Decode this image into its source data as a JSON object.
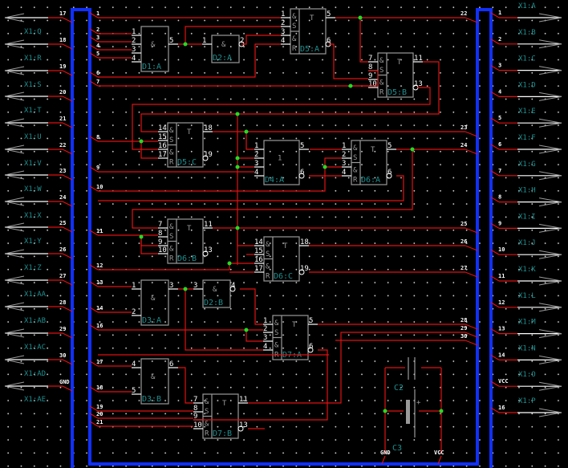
{
  "left_connector": {
    "outer_pins": [
      {
        "pin": "17",
        "label": "X1:Q"
      },
      {
        "pin": "18",
        "label": "X1:R"
      },
      {
        "pin": "19",
        "label": "X1:S"
      },
      {
        "pin": "20",
        "label": "X1:T"
      },
      {
        "pin": "21",
        "label": "X1:U"
      },
      {
        "pin": "22",
        "label": "X1:V"
      },
      {
        "pin": "23",
        "label": "X1:W"
      },
      {
        "pin": "24",
        "label": "X1:X"
      },
      {
        "pin": "25",
        "label": "X1:Y"
      },
      {
        "pin": "26",
        "label": "X1:Z"
      },
      {
        "pin": "27",
        "label": "X1:AA"
      },
      {
        "pin": "28",
        "label": "X1:AB"
      },
      {
        "pin": "29",
        "label": "X1:AC"
      },
      {
        "pin": "30",
        "label": "X1:AD"
      },
      {
        "pin": "GND",
        "label": "X1:AE"
      }
    ],
    "inner_pins": [
      "1",
      "2",
      "3",
      "4",
      "5",
      "6",
      "7",
      "8",
      "9",
      "10",
      "11",
      "12",
      "13",
      "14",
      "16",
      "17",
      "18",
      "19",
      "20",
      "21"
    ]
  },
  "right_connector": {
    "outer_pins": [
      {
        "pin": "1",
        "label": "X1:A"
      },
      {
        "pin": "2",
        "label": "X1:B"
      },
      {
        "pin": "3",
        "label": "X1:C"
      },
      {
        "pin": "4",
        "label": "X1:D"
      },
      {
        "pin": "5",
        "label": "X1:E"
      },
      {
        "pin": "6",
        "label": "X1:F"
      },
      {
        "pin": "7",
        "label": "X1:G"
      },
      {
        "pin": "8",
        "label": "X1:H"
      },
      {
        "pin": "9",
        "label": "X1:I"
      },
      {
        "pin": "10",
        "label": "X1:J"
      },
      {
        "pin": "11",
        "label": "X1:K"
      },
      {
        "pin": "12",
        "label": "X1:L"
      },
      {
        "pin": "13",
        "label": "X1:M"
      },
      {
        "pin": "14",
        "label": "X1:N"
      },
      {
        "pin": "VCC",
        "label": "X1:O"
      },
      {
        "pin": "16",
        "label": "X1:P"
      }
    ],
    "inner_pins": [
      "22",
      "23",
      "24",
      "25",
      "26",
      "27",
      "28",
      "29",
      "30"
    ]
  },
  "gates": [
    {
      "ref": "D1:A",
      "symbol": "&",
      "pins": [
        "1",
        "2",
        "3",
        "4",
        "5"
      ]
    },
    {
      "ref": "D2:A",
      "symbol": "&",
      "pins": [
        "1",
        "2"
      ]
    },
    {
      "ref": "D5:A",
      "symbol": "T",
      "pins": [
        "1",
        "2",
        "3",
        "4",
        "5",
        "6"
      ]
    },
    {
      "ref": "D5:B",
      "symbol": "T",
      "pins": [
        "7",
        "8",
        "9",
        "10",
        "11",
        "13"
      ]
    },
    {
      "ref": "D5:C",
      "symbol": "T",
      "pins": [
        "14",
        "15",
        "16",
        "17",
        "18",
        "19"
      ]
    },
    {
      "ref": "D4:A",
      "symbol": "1",
      "pins": [
        "1",
        "2",
        "3",
        "4",
        "5",
        "6"
      ]
    },
    {
      "ref": "D6:A",
      "symbol": "T",
      "pins": [
        "1",
        "2",
        "3",
        "4",
        "5",
        "6"
      ]
    },
    {
      "ref": "D6:B",
      "symbol": "T",
      "pins": [
        "7",
        "8",
        "9",
        "10",
        "11",
        "13"
      ]
    },
    {
      "ref": "D6:C",
      "symbol": "T",
      "pins": [
        "14",
        "15",
        "16",
        "17",
        "18",
        "19"
      ]
    },
    {
      "ref": "D3:A",
      "symbol": "&",
      "pins": [
        "1",
        "2",
        "3"
      ]
    },
    {
      "ref": "D2:B",
      "symbol": "&",
      "pins": [
        "3",
        "4"
      ]
    },
    {
      "ref": "D7:A",
      "symbol": "T",
      "pins": [
        "1",
        "2",
        "3",
        "4",
        "5",
        "6"
      ]
    },
    {
      "ref": "D3:B",
      "symbol": "&",
      "pins": [
        "4",
        "5",
        "6"
      ]
    },
    {
      "ref": "D7:B",
      "symbol": "T",
      "pins": [
        "7",
        "8",
        "9",
        "10",
        "11",
        "13"
      ]
    }
  ],
  "capacitors": [
    {
      "ref": "C2"
    },
    {
      "ref": "C3",
      "polarity": "+"
    }
  ],
  "power_labels": {
    "gnd": "GND",
    "vcc": "VCC"
  },
  "colors": {
    "wire": "#e01010",
    "bus": "#1030ff",
    "junction": "#22dd22",
    "ref_text": "#1f8f8f",
    "body": "#9a9a9a"
  }
}
